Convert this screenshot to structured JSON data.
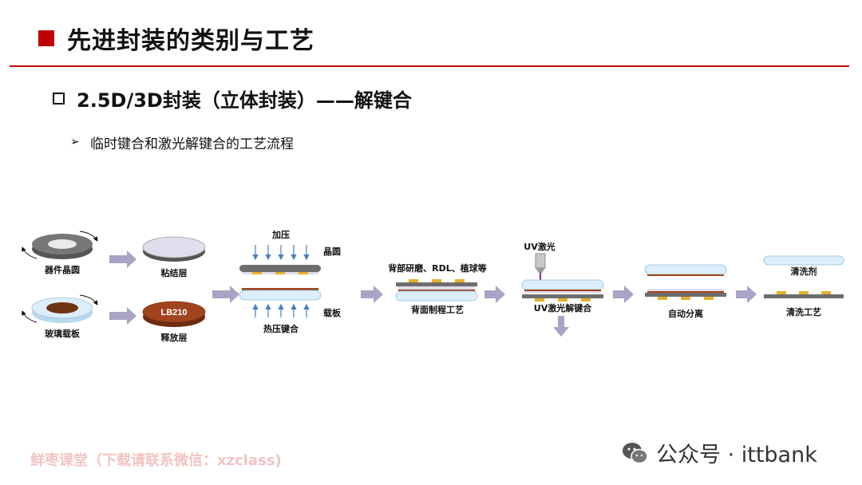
{
  "slide": {
    "title": "先进封装的类别与工艺",
    "subtitle": "2.5D/3D封装（立体封装）——解键合",
    "bullet": "临时键合和激光解键合的工艺流程"
  },
  "diagram": {
    "labels": {
      "device_wafer": "器件晶圆",
      "glass_carrier": "玻璃载板",
      "adhesive_layer": "粘结层",
      "release_layer": "释放层",
      "release_tag": "LB210",
      "pressure": "加压",
      "wafer": "晶圆",
      "carrier": "载板",
      "thermo_bonding": "热压键合",
      "backside_steps": "背部研磨、RDL、植球等",
      "backside_process": "背面制程工艺",
      "uv_laser": "UV激光",
      "uv_debonding": "UV激光解键合",
      "auto_separation": "自动分离",
      "cleaning_agent": "清洗剂",
      "cleaning_process": "清洗工艺"
    }
  },
  "watermark": {
    "left": "鲜枣课堂（下载请联系微信：xzclass)",
    "right": "公众号 · ittbank"
  },
  "colors": {
    "accent": "#c00000",
    "arrow": "#a9a3c5",
    "glass": "#dceef9",
    "wafer_dark": "#6d6d6d",
    "bump": "#e3b12b",
    "release": "#a0441f"
  }
}
